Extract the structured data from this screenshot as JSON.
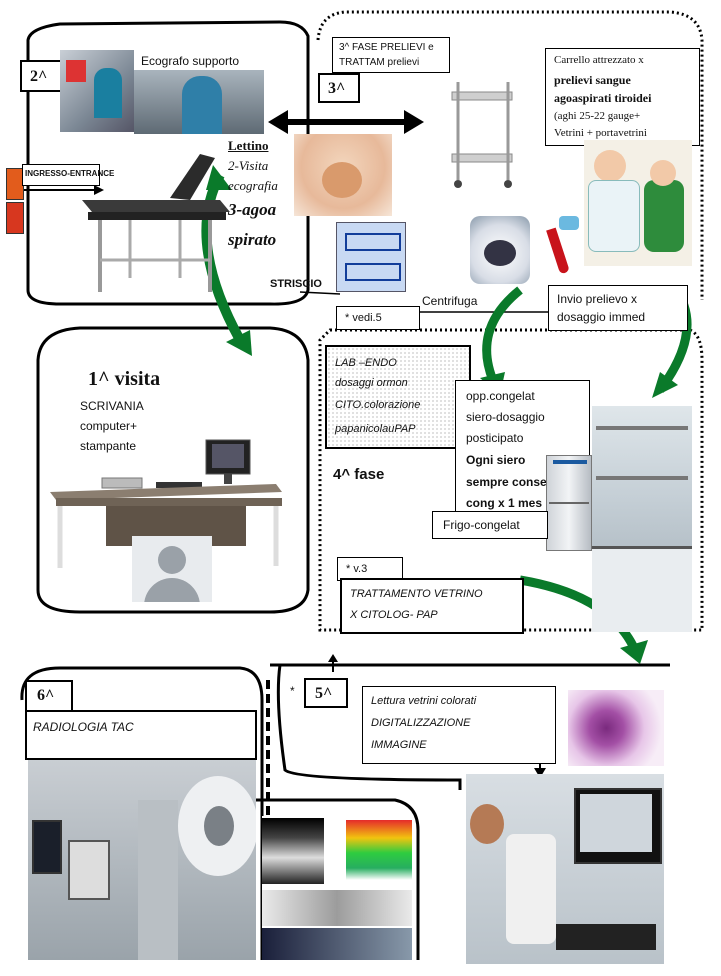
{
  "zone2": {
    "num": "2^",
    "ecografo_label": "Ecografo supporto",
    "entrance_label": "INGRESSO-ENTRANCE",
    "lettino": "Lettino",
    "visita": "2-Visita",
    "ecografia": "ecografia",
    "agoa": "3-agoa",
    "spirato": "spirato",
    "striscio": "STRISCIO"
  },
  "zone3": {
    "num": "3^",
    "fase_line1": "3^ FASE PRELIEVI e",
    "fase_line2": "TRATTAM prelievi",
    "carrello_line1": "Carrello attrezzato  x",
    "carrello_line2": "prelievi sangue",
    "carrello_line3": "agoaspirati tiroidei",
    "carrello_line4": "(aghi 25-22 gauge+",
    "carrello_line5": "Vetrini + portavetrini",
    "centrifuga": "Centrifuga",
    "invio_line1": "Invio prelievo x",
    "invio_line2": "dosaggio immed",
    "vedi": "* vedi.5"
  },
  "zone1": {
    "title": "1^ visita",
    "line1": "SCRIVANIA",
    "line2": "computer+",
    "line3": "stampante"
  },
  "zone4": {
    "lab_line1": "LAB –ENDO",
    "lab_line2": "dosaggi  ormon",
    "lab_line3": "CITO.colorazione",
    "lab_line4": "papanicolauPAP",
    "siero_line1": "opp.congelat",
    "siero_line2": "siero-dosaggio",
    "siero_line3": "posticipato",
    "siero_line4": "Ogni siero",
    "siero_line5": "sempre conse",
    "siero_line6": "cong x 1 mes",
    "fase": "4^ fase",
    "frigo": "Frigo-congelat",
    "v3": "* v.3",
    "tratt_line1": "TRATTAMENTO VETRINO",
    "tratt_line2": "X CITOLOG- PAP"
  },
  "zone5": {
    "star": "*",
    "num": "5^",
    "lettura_line1": "Lettura vetrini colorati",
    "lettura_line2": "DIGITALIZZAZIONE",
    "lettura_line3": "IMMAGINE"
  },
  "zone6": {
    "num": "6^",
    "radiologia": "RADIOLOGIA  TAC"
  }
}
